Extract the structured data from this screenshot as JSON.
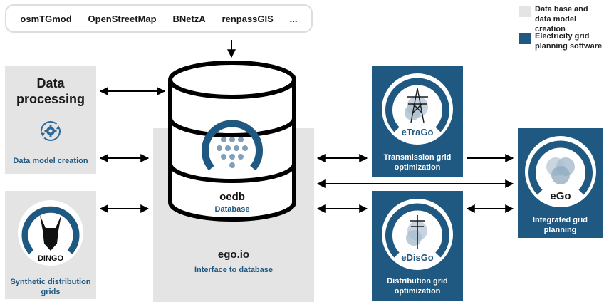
{
  "sources": [
    "osmTGmod",
    "OpenStreetMap",
    "BNetzA",
    "renpassGIS",
    "..."
  ],
  "legend": {
    "items": [
      {
        "label": "Data base and data model creation",
        "color": "#e4e4e4"
      },
      {
        "label": "Electricity grid planning software",
        "color": "#1f5880"
      }
    ]
  },
  "data_processing": {
    "title": "Data processing",
    "icon": "gear-cycle-icon",
    "subtitle": "Data model creation"
  },
  "dingo": {
    "logo_text": "DINGO",
    "caption": "Synthetic distribution grids"
  },
  "oedb": {
    "title": "oedb",
    "subtitle": "Database"
  },
  "egoio": {
    "title": "ego.io",
    "subtitle": "Interface to database"
  },
  "etrago": {
    "logo_text": "eTraGo",
    "caption": "Transmission grid optimization"
  },
  "edisgo": {
    "logo_text": "eDisGo",
    "caption": "Distribution grid optimization"
  },
  "ego": {
    "logo_text": "eGo",
    "caption": "Integrated grid planning"
  },
  "colors": {
    "blue": "#1f5880",
    "grey": "#e4e4e4"
  }
}
